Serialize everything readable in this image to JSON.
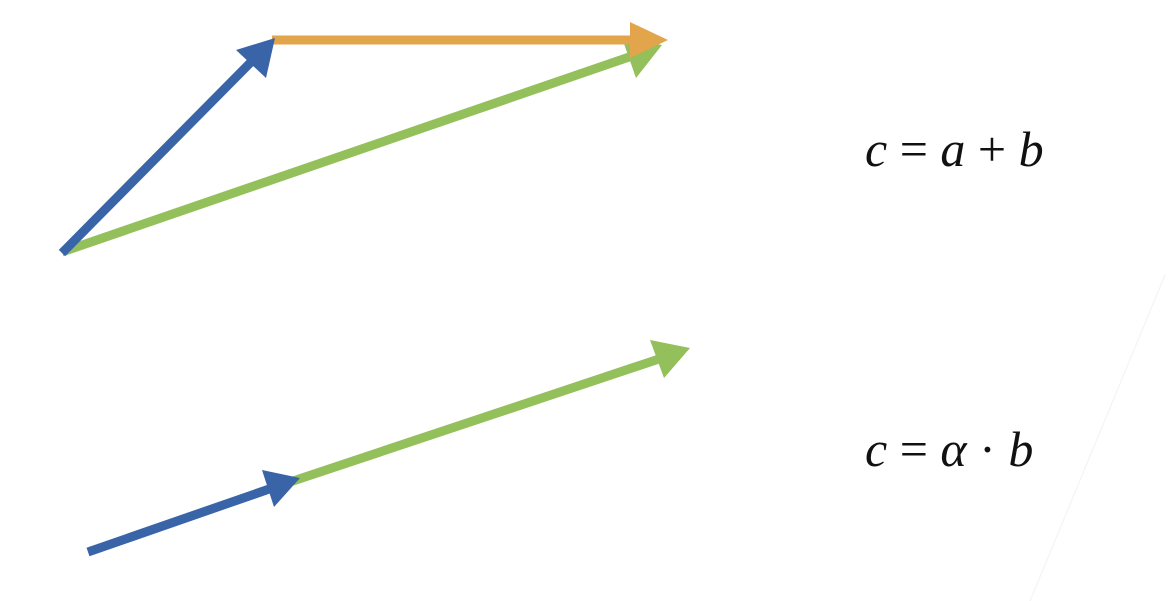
{
  "colors": {
    "vector_a": "#3A64A8",
    "vector_b": "#E3A54B",
    "vector_c": "#93C05A",
    "text": "#111111"
  },
  "equations": [
    {
      "lhs": "c",
      "op1": "=",
      "t1": "a",
      "op2": "+",
      "t2": "b"
    },
    {
      "lhs": "c",
      "op1": "=",
      "t1": "α",
      "op2": "·",
      "t2": "b"
    }
  ]
}
